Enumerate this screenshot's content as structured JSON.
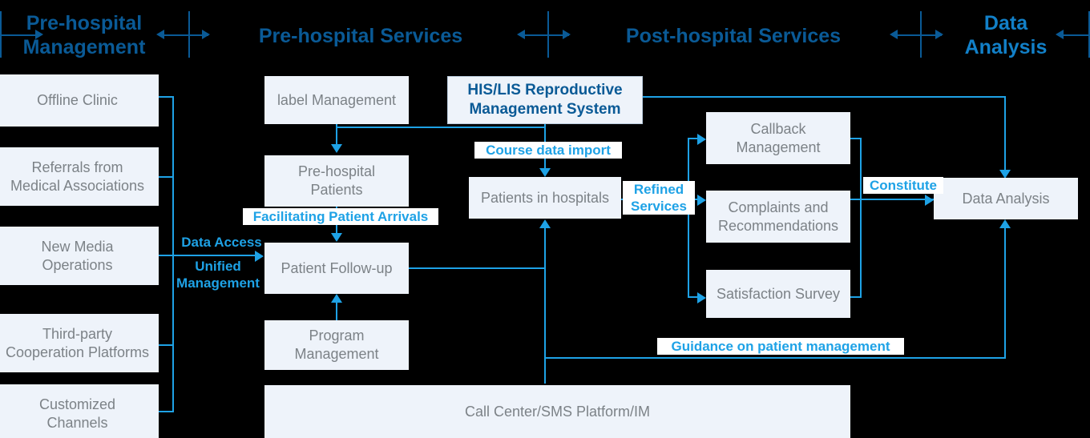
{
  "headers": [
    {
      "name": "pre-hospital-management",
      "text": "Pre-hospital\nManagement"
    },
    {
      "name": "pre-hospital-services",
      "text": "Pre-hospital Services"
    },
    {
      "name": "post-hospital-services",
      "text": "Post-hospital Services"
    },
    {
      "name": "data-analysis",
      "text": "Data\nAnalysis"
    }
  ],
  "channels": [
    {
      "name": "offline-clinic",
      "text": "Offline Clinic"
    },
    {
      "name": "referrals-medical-associations",
      "text": "Referrals from\nMedical Associations"
    },
    {
      "name": "new-media-operations",
      "text": "New Media\nOperations"
    },
    {
      "name": "third-party-cooperation-platforms",
      "text": "Third-party\nCooperation Platforms"
    },
    {
      "name": "customized-channels",
      "text": "Customized\nChannels"
    }
  ],
  "nodes": {
    "label_management": "label Management",
    "pre_hospital_patients": "Pre-hospital Patients",
    "patient_follow_up": "Patient Follow-up",
    "program_management": "Program\nManagement",
    "his_lis": "HIS/LIS Reproductive\nManagement System",
    "patients_in_hospitals": "Patients in hospitals",
    "callback_management": "Callback\nManagement",
    "complaints_recommendations": "Complaints and\nRecommendations",
    "satisfaction_survey": "Satisfaction Survey",
    "data_analysis": "Data Analysis",
    "call_center": "Call Center/SMS Platform/IM"
  },
  "edge_labels": {
    "data_access": "Data Access",
    "unified_management": "Unified\nManagement",
    "facilitating_patient_arrivals": "Facilitating Patient Arrivals",
    "course_data_import": "Course data import",
    "refined_services": "Refined\nServices",
    "constitute": "Constitute",
    "guidance": "Guidance on patient management"
  },
  "colors": {
    "background": "#000000",
    "box_fill": "#eef3fa",
    "box_text": "#7c8287",
    "header_dark": "#0a5a96",
    "header_light": "#1280c8",
    "connector": "#1ea2e6",
    "label_text": "#1ea2e6"
  }
}
